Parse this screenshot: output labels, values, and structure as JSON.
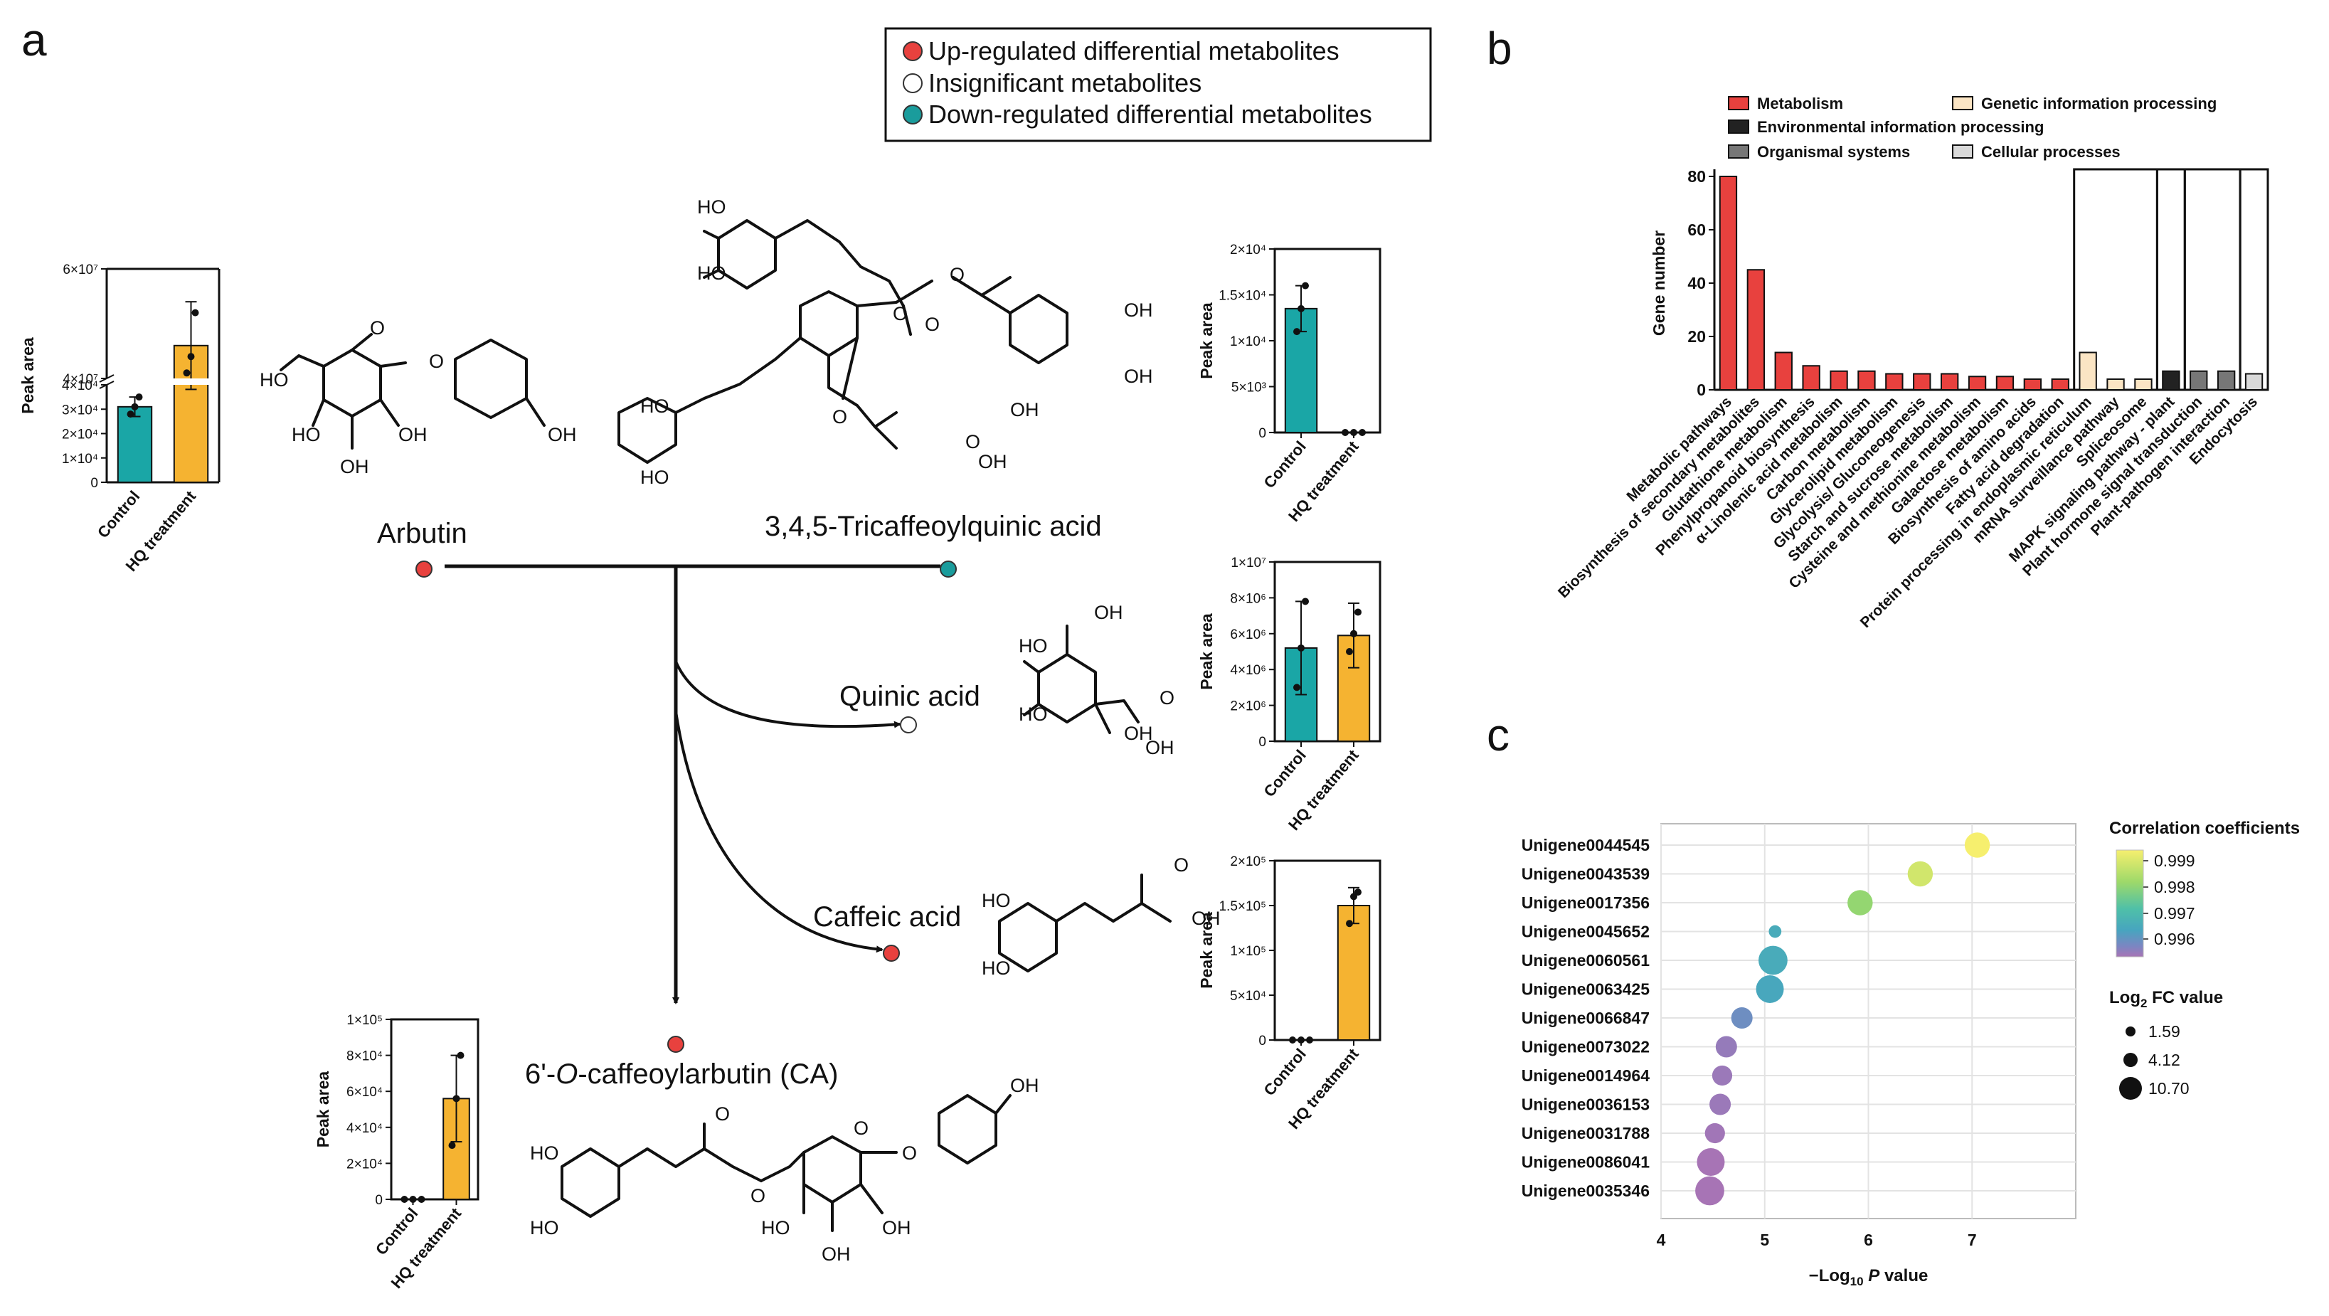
{
  "panels": {
    "a": "a",
    "b": "b",
    "c": "c"
  },
  "panel_a": {
    "legend": {
      "up": "Up-regulated differential metabolites",
      "insig": "Insignificant metabolites",
      "down": "Down-regulated differential metabolites",
      "colors": {
        "up": "#e8413e",
        "insig": "#ffffff",
        "down": "#1a9c9c"
      }
    },
    "metabolites": {
      "arbutin": "Arbutin",
      "tricaffeoyl": "3,4,5-Tricaffeoylquinic acid",
      "quinic": "Quinic acid",
      "caffeic": "Caffeic acid",
      "ca_pre": "6'-",
      "ca_o": "O",
      "ca_post": "-caffeoylarbutin (CA)"
    },
    "atom_labels": {
      "ho": "HO",
      "oh": "OH",
      "o": "O"
    }
  },
  "chart_data": [
    {
      "id": "arbutin",
      "type": "bar",
      "ylabel": "Peak area",
      "categories": [
        "Control",
        "HQ treatment"
      ],
      "values": [
        31000,
        46000000
      ],
      "errors": [
        4000,
        8000000
      ],
      "points": [
        [
          28000,
          31000,
          35000
        ],
        [
          41000000,
          44000000,
          52000000
        ]
      ],
      "axis_break": true,
      "ticks_lower": [
        "0",
        "1×10⁴",
        "2×10⁴",
        "3×10⁴",
        "4×10⁴"
      ],
      "ticks_upper": [
        "4×10⁷",
        "6×10⁷"
      ],
      "colors": [
        "#1aa6a6",
        "#f5b331"
      ]
    },
    {
      "id": "tricaffeoylquinic",
      "type": "bar",
      "ylabel": "Peak area",
      "categories": [
        "Control",
        "HQ treatment"
      ],
      "values": [
        13500,
        0
      ],
      "errors": [
        2500,
        0
      ],
      "points": [
        [
          11000,
          13500,
          16000
        ],
        [
          0,
          0,
          0
        ]
      ],
      "ylim": [
        0,
        20000
      ],
      "ticks": [
        "0",
        "5×10³",
        "1×10⁴",
        "1.5×10⁴",
        "2×10⁴"
      ],
      "colors": [
        "#1aa6a6",
        "#f5b331"
      ]
    },
    {
      "id": "quinic",
      "type": "bar",
      "ylabel": "Peak area",
      "categories": [
        "Control",
        "HQ treatment"
      ],
      "values": [
        5200000,
        5900000
      ],
      "errors": [
        2600000,
        1800000
      ],
      "points": [
        [
          3000000,
          5200000,
          7800000
        ],
        [
          5000000,
          6000000,
          7200000
        ]
      ],
      "ylim": [
        0,
        10000000
      ],
      "ticks": [
        "0",
        "2×10⁶",
        "4×10⁶",
        "6×10⁶",
        "8×10⁶",
        "1×10⁷"
      ],
      "colors": [
        "#1aa6a6",
        "#f5b331"
      ]
    },
    {
      "id": "caffeic",
      "type": "bar",
      "ylabel": "Peak area",
      "categories": [
        "Control",
        "HQ treatment"
      ],
      "values": [
        0,
        150000
      ],
      "errors": [
        0,
        20000
      ],
      "points": [
        [
          0,
          0,
          0
        ],
        [
          130000,
          160000,
          165000
        ]
      ],
      "ylim": [
        0,
        200000
      ],
      "ticks": [
        "0",
        "5×10⁴",
        "1×10⁵",
        "1.5×10⁵",
        "2×10⁵"
      ],
      "colors": [
        "#1aa6a6",
        "#f5b331"
      ]
    },
    {
      "id": "ca",
      "type": "bar",
      "ylabel": "Peak area",
      "categories": [
        "Control",
        "HQ treatment"
      ],
      "values": [
        0,
        56000
      ],
      "errors": [
        0,
        24000
      ],
      "points": [
        [
          0,
          0,
          0
        ],
        [
          30000,
          56000,
          80000
        ]
      ],
      "ylim": [
        0,
        100000
      ],
      "ticks": [
        "0",
        "2×10⁴",
        "4×10⁴",
        "6×10⁴",
        "8×10⁴",
        "1×10⁵"
      ],
      "colors": [
        "#1aa6a6",
        "#f5b331"
      ]
    },
    {
      "id": "kegg",
      "type": "bar",
      "ylabel": "Gene number",
      "ylim": [
        0,
        80
      ],
      "ticks": [
        "0",
        "20",
        "40",
        "60",
        "80"
      ],
      "legend": [
        {
          "label": "Metabolism",
          "color": "#e8413e"
        },
        {
          "label": "Genetic information processing",
          "color": "#fbe5c4"
        },
        {
          "label": "Environmental information processing",
          "color": "#222222"
        },
        {
          "label": "Organismal systems",
          "color": "#777777"
        },
        {
          "label": "Cellular processes",
          "color": "#d9d9d9"
        }
      ],
      "categories": [
        "Metabolic pathways",
        "Biosynthesis of secondary metabolites",
        "Glutathione metabolism",
        "Phenylpropanoid biosynthesis",
        "α-Linolenic acid metabolism",
        "Carbon metabolism",
        "Glycerolipid metabolism",
        "Glycolysis/ Gluconeogenesis",
        "Starch and sucrose metabolism",
        "Cysteine and methionine metabolism",
        "Galactose metabolism",
        "Biosynthesis of amino acids",
        "Fatty acid degradation",
        "Protein processing in endoplasmic reticulum",
        "mRNA surveillance pathway",
        "Spliceosome",
        "MAPK signaling pathway - plant",
        "Plant hormone signal transduction",
        "Plant-pathogen interaction",
        "Endocytosis"
      ],
      "values": [
        80,
        45,
        14,
        9,
        7,
        7,
        6,
        6,
        6,
        5,
        5,
        4,
        4,
        14,
        4,
        4,
        7,
        7,
        7,
        6
      ],
      "groups": [
        0,
        0,
        0,
        0,
        0,
        0,
        0,
        0,
        0,
        0,
        0,
        0,
        0,
        1,
        1,
        1,
        2,
        3,
        3,
        4
      ]
    },
    {
      "id": "correlation",
      "type": "scatter",
      "xlabel_pre": "−Log",
      "xlabel_sub": "10",
      "xlabel_p": "P",
      "xlabel_post": " value",
      "xlim": [
        4,
        8
      ],
      "xticks": [
        "4",
        "5",
        "6",
        "7"
      ],
      "genes": [
        "Unigene0044545",
        "Unigene0043539",
        "Unigene0017356",
        "Unigene0045652",
        "Unigene0060561",
        "Unigene0063425",
        "Unigene0066847",
        "Unigene0073022",
        "Unigene0014964",
        "Unigene0036153",
        "Unigene0031788",
        "Unigene0086041",
        "Unigene0035346"
      ],
      "x": [
        7.05,
        6.5,
        5.92,
        5.1,
        5.08,
        5.05,
        4.78,
        4.63,
        4.59,
        4.57,
        4.52,
        4.48,
        4.47
      ],
      "corr": [
        0.9995,
        0.9992,
        0.9987,
        0.9975,
        0.9975,
        0.9974,
        0.9968,
        0.9962,
        0.9961,
        0.9961,
        0.996,
        0.9959,
        0.9959
      ],
      "fc": [
        6.5,
        6.5,
        6.5,
        1.59,
        8.0,
        7.5,
        5.0,
        5.0,
        4.5,
        5.0,
        4.5,
        7.5,
        8.0
      ],
      "legend_corr_title": "Correlation coefficients",
      "legend_corr_ticks": [
        "0.999",
        "0.998",
        "0.997",
        "0.996"
      ],
      "legend_fc_title_pre": "Log",
      "legend_fc_sub": "2",
      "legend_fc_title_post": " FC value",
      "legend_fc_values": [
        "1.59",
        "4.12",
        "10.70"
      ],
      "gradient": [
        "#f6ef6e",
        "#9dd96a",
        "#4fc0a8",
        "#47a5bf",
        "#7b86c2",
        "#a774b5"
      ]
    }
  ]
}
